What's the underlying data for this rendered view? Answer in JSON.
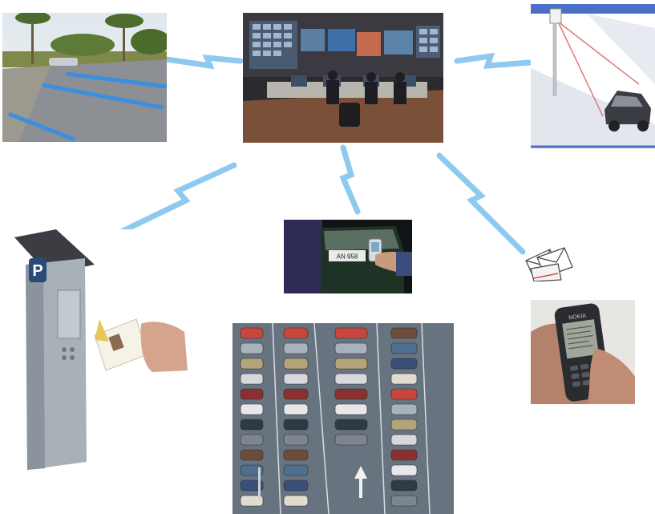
{
  "diagram": {
    "nodes": [
      {
        "id": "street-parking-photo",
        "icon": "street-with-blue-parking-lines"
      },
      {
        "id": "control-center-photo",
        "icon": "monitoring-control-room"
      },
      {
        "id": "sensor-camera-illustration",
        "icon": "pole-camera-detecting-car"
      },
      {
        "id": "parking-meter-card-photo",
        "icon": "parking-meter-with-card"
      },
      {
        "id": "license-plate-phone-photo",
        "icon": "phone-reading-license-plate"
      },
      {
        "id": "sms-envelopes-icon",
        "icon": "envelopes"
      },
      {
        "id": "mobile-phone-sms-photo",
        "icon": "mobile-phone-in-hand"
      },
      {
        "id": "parking-lot-aerial-photo",
        "icon": "aerial-parking-lot"
      }
    ],
    "links": [
      {
        "from": "control-center-photo",
        "to": "street-parking-photo",
        "style": "lightning"
      },
      {
        "from": "control-center-photo",
        "to": "sensor-camera-illustration",
        "style": "lightning"
      },
      {
        "from": "control-center-photo",
        "to": "parking-meter-card-photo",
        "style": "lightning"
      },
      {
        "from": "control-center-photo",
        "to": "license-plate-phone-photo",
        "style": "lightning"
      },
      {
        "from": "control-center-photo",
        "to": "sms-envelopes-icon",
        "style": "lightning"
      }
    ],
    "colors": {
      "wireless_link": "#8ec9ef",
      "parking_line": "#3b8fe0",
      "meter_body": "#a9b1b8"
    },
    "embedded_text": {
      "plate": "AN 958",
      "meter_sign": "P",
      "phone_brand": "NOKIA"
    }
  }
}
